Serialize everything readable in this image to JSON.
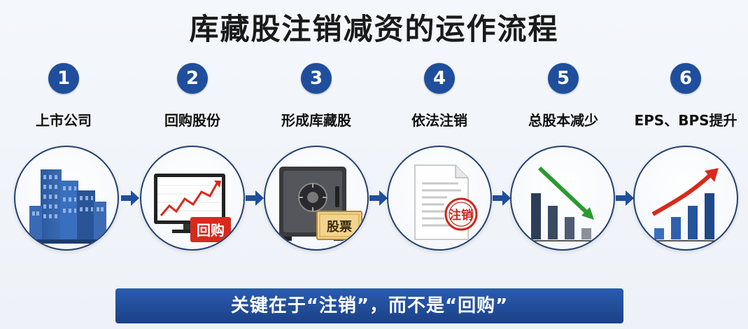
{
  "title": "库藏股注销减资的运作流程",
  "steps": [
    {
      "number": "1",
      "label": "上市公司",
      "icon": "office-buildings-icon"
    },
    {
      "number": "2",
      "label": "回购股份",
      "icon": "rising-chart-monitor-icon",
      "badge": "回购"
    },
    {
      "number": "3",
      "label": "形成库藏股",
      "icon": "safe-icon",
      "badge": "股票"
    },
    {
      "number": "4",
      "label": "依法注销",
      "icon": "document-stamp-icon",
      "badge": "注销"
    },
    {
      "number": "5",
      "label": "总股本减少",
      "icon": "declining-bars-icon"
    },
    {
      "number": "6",
      "label": "EPS、BPS提升",
      "icon": "rising-bars-icon"
    }
  ],
  "colors": {
    "accent": "#1f4e9c",
    "red": "#d72a1d",
    "green": "#2a9a2f"
  },
  "banner": "关键在于“注销”，而不是“回购”"
}
